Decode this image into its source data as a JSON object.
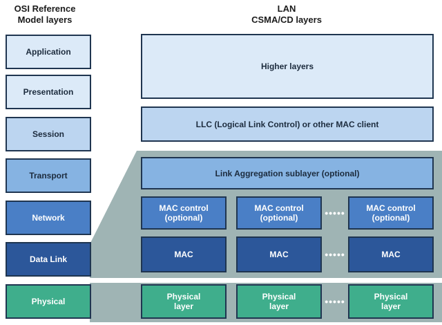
{
  "headers": {
    "osi": [
      "OSI Reference",
      "Model layers"
    ],
    "lan": [
      "LAN",
      "CSMA/CD layers"
    ]
  },
  "osi_layers": [
    "Application",
    "Presentation",
    "Session",
    "Transport",
    "Network",
    "Data Link",
    "Physical"
  ],
  "lan": {
    "higher": "Higher layers",
    "llc": "LLC (Logical Link Control) or other MAC client",
    "link_aggregation": "Link Aggregation sublayer (optional)",
    "mac_control": [
      "MAC control",
      "(optional)"
    ],
    "mac": "MAC",
    "physical": [
      "Physical",
      "layer"
    ],
    "dots": "•••••"
  },
  "colors": {
    "outline": "#1f3550",
    "highlight_band": "#9fb4b4",
    "physical": "#3fae8c"
  }
}
